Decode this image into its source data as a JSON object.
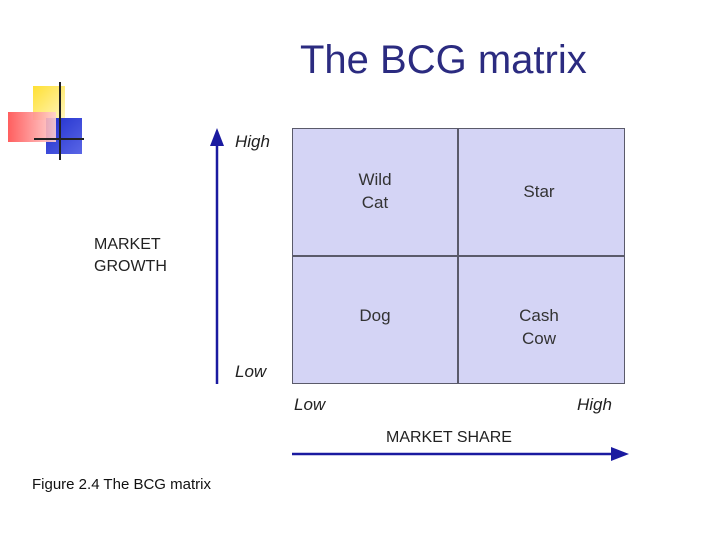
{
  "slide": {
    "title": "The BCG matrix",
    "caption": "Figure 2.4  The BCG matrix"
  },
  "axes": {
    "y_title_line1": "MARKET",
    "y_title_line2": "GROWTH",
    "y_high": "High",
    "y_low": "Low",
    "x_title": "MARKET SHARE",
    "x_low": "Low",
    "x_high": "High"
  },
  "quadrants": {
    "top_left": {
      "line1": "Wild",
      "line2": "Cat"
    },
    "top_right": {
      "line1": "Star"
    },
    "bottom_left": {
      "line1": "Dog"
    },
    "bottom_right": {
      "line1": "Cash",
      "line2": "Cow"
    }
  },
  "colors": {
    "title": "#2b2b80",
    "matrix_fill": "#d4d4f5",
    "arrow": "#1a1aa0",
    "logo_yellow": "#ffdd33",
    "logo_red": "#ff5555",
    "logo_blue": "#2233cc"
  }
}
